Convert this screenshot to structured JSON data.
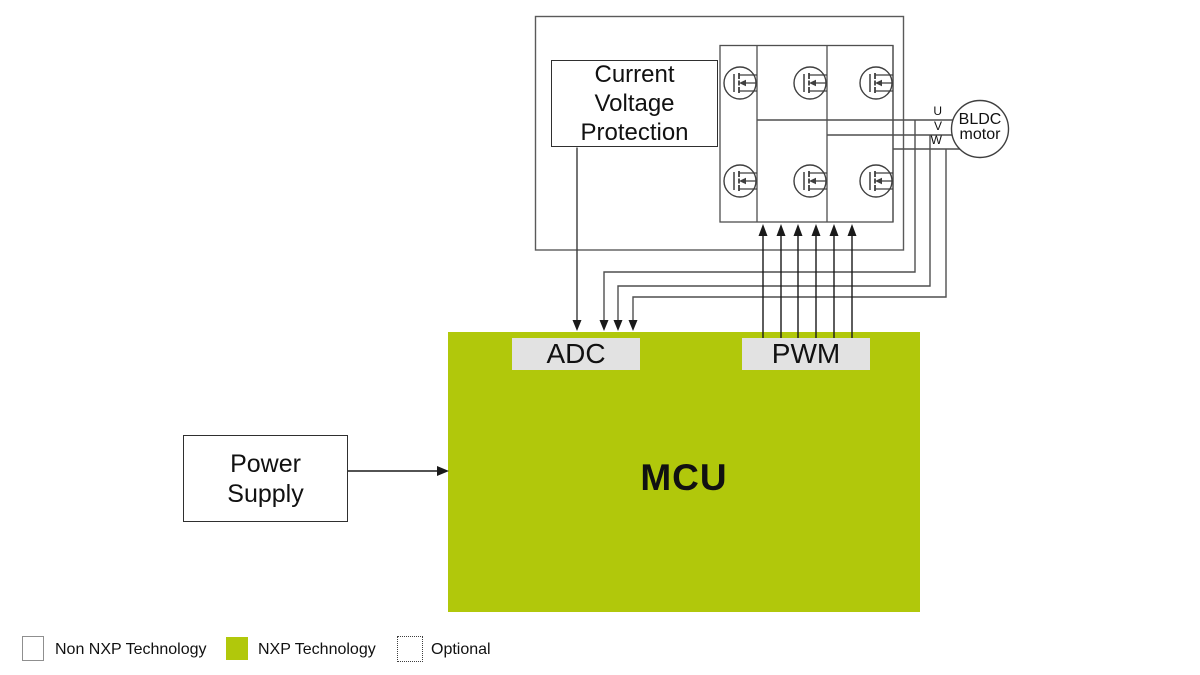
{
  "diagram": {
    "protection_box": {
      "line1": "Current",
      "line2": "Voltage",
      "line3": "Protection"
    },
    "power_supply_box": {
      "line1": "Power",
      "line2": "Supply"
    },
    "mcu_block": {
      "label": "MCU"
    },
    "adc_block": {
      "label": "ADC"
    },
    "pwm_block": {
      "label": "PWM"
    },
    "motor": {
      "line1": "BLDC",
      "line2": "motor"
    },
    "phase_labels": {
      "u": "U",
      "v": "V",
      "w": "W"
    },
    "mosfet_count": 6,
    "pwm_line_count": 6,
    "adc_input_count": 4
  },
  "legend": {
    "items": [
      {
        "label": "Non NXP Technology",
        "swatch": "white"
      },
      {
        "label": "NXP Technology",
        "swatch": "nxp-green"
      },
      {
        "label": "Optional",
        "swatch": "dotted"
      }
    ]
  },
  "colors": {
    "nxp_green": "#b1c80b",
    "block_gray": "#e2e2e2",
    "wire_gray": "#4f4f4f",
    "arrow_black": "#1a1a1a"
  }
}
